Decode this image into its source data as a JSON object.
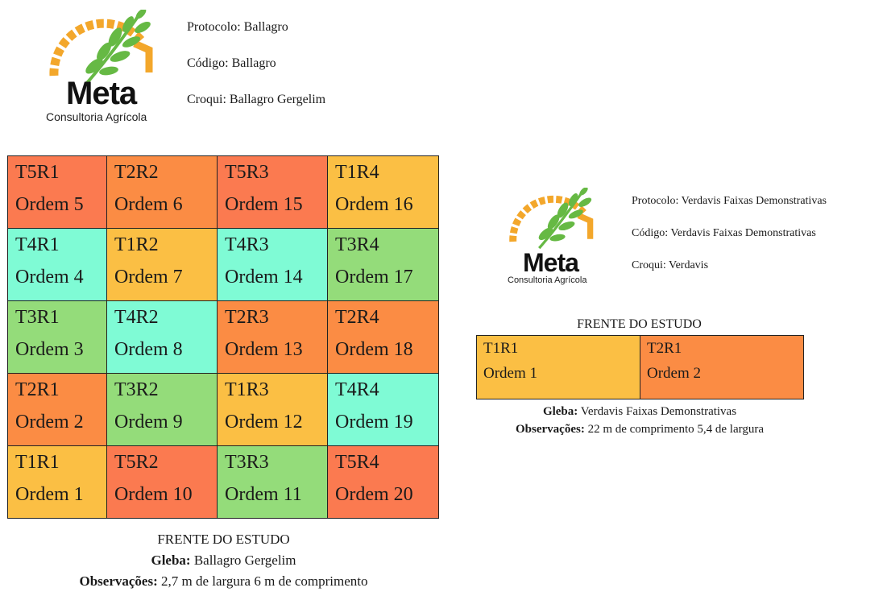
{
  "colors": {
    "T1": "#fbbf44",
    "T2": "#fb8c44",
    "T3": "#94dc7a",
    "T4": "#7ffbd5",
    "T5": "#fb7a50",
    "logo_gear": "#f3a72b",
    "logo_leaf": "#66b944"
  },
  "logo": {
    "name": "Meta",
    "subtitle": "Consultoria Agrícola",
    "icon": "wheat-gear-logo"
  },
  "trial1": {
    "protocolo": "Protocolo: Ballagro",
    "codigo": "Código: Ballagro",
    "croqui": "Croqui: Ballagro Gergelim",
    "grid": [
      [
        {
          "code": "T5R1",
          "ordem": "Ordem 5",
          "t": "T5"
        },
        {
          "code": "T2R2",
          "ordem": "Ordem 6",
          "t": "T2"
        },
        {
          "code": "T5R3",
          "ordem": "Ordem 15",
          "t": "T5"
        },
        {
          "code": "T1R4",
          "ordem": "Ordem 16",
          "t": "T1"
        }
      ],
      [
        {
          "code": "T4R1",
          "ordem": "Ordem 4",
          "t": "T4"
        },
        {
          "code": "T1R2",
          "ordem": "Ordem 7",
          "t": "T1"
        },
        {
          "code": "T4R3",
          "ordem": "Ordem 14",
          "t": "T4"
        },
        {
          "code": "T3R4",
          "ordem": "Ordem 17",
          "t": "T3"
        }
      ],
      [
        {
          "code": "T3R1",
          "ordem": "Ordem 3",
          "t": "T3"
        },
        {
          "code": "T4R2",
          "ordem": "Ordem 8",
          "t": "T4"
        },
        {
          "code": "T2R3",
          "ordem": "Ordem 13",
          "t": "T2"
        },
        {
          "code": "T2R4",
          "ordem": "Ordem 18",
          "t": "T2"
        }
      ],
      [
        {
          "code": "T2R1",
          "ordem": "Ordem 2",
          "t": "T2"
        },
        {
          "code": "T3R2",
          "ordem": "Ordem 9",
          "t": "T3"
        },
        {
          "code": "T1R3",
          "ordem": "Ordem 12",
          "t": "T1"
        },
        {
          "code": "T4R4",
          "ordem": "Ordem 19",
          "t": "T4"
        }
      ],
      [
        {
          "code": "T1R1",
          "ordem": "Ordem 1",
          "t": "T1"
        },
        {
          "code": "T5R2",
          "ordem": "Ordem 10",
          "t": "T5"
        },
        {
          "code": "T3R3",
          "ordem": "Ordem 11",
          "t": "T3"
        },
        {
          "code": "T5R4",
          "ordem": "Ordem 20",
          "t": "T5"
        }
      ]
    ],
    "frente": "FRENTE DO ESTUDO",
    "gleba_label": "Gleba:",
    "gleba_value": " Ballagro Gergelim",
    "obs_label": "Observações:",
    "obs_value": " 2,7 m de largura 6 m de comprimento"
  },
  "trial2": {
    "protocolo": "Protocolo: Verdavis Faixas Demonstrativas",
    "codigo": "Código: Verdavis Faixas Demonstrativas",
    "croqui": "Croqui: Verdavis",
    "grid": [
      [
        {
          "code": "T1R1",
          "ordem": "Ordem 1",
          "t": "T1"
        },
        {
          "code": "T2R1",
          "ordem": "Ordem 2",
          "t": "T2"
        }
      ]
    ],
    "frente": "FRENTE DO ESTUDO",
    "gleba_label": "Gleba:",
    "gleba_value": " Verdavis Faixas Demonstrativas",
    "obs_label": "Observações:",
    "obs_value": " 22 m de comprimento 5,4 de largura"
  }
}
